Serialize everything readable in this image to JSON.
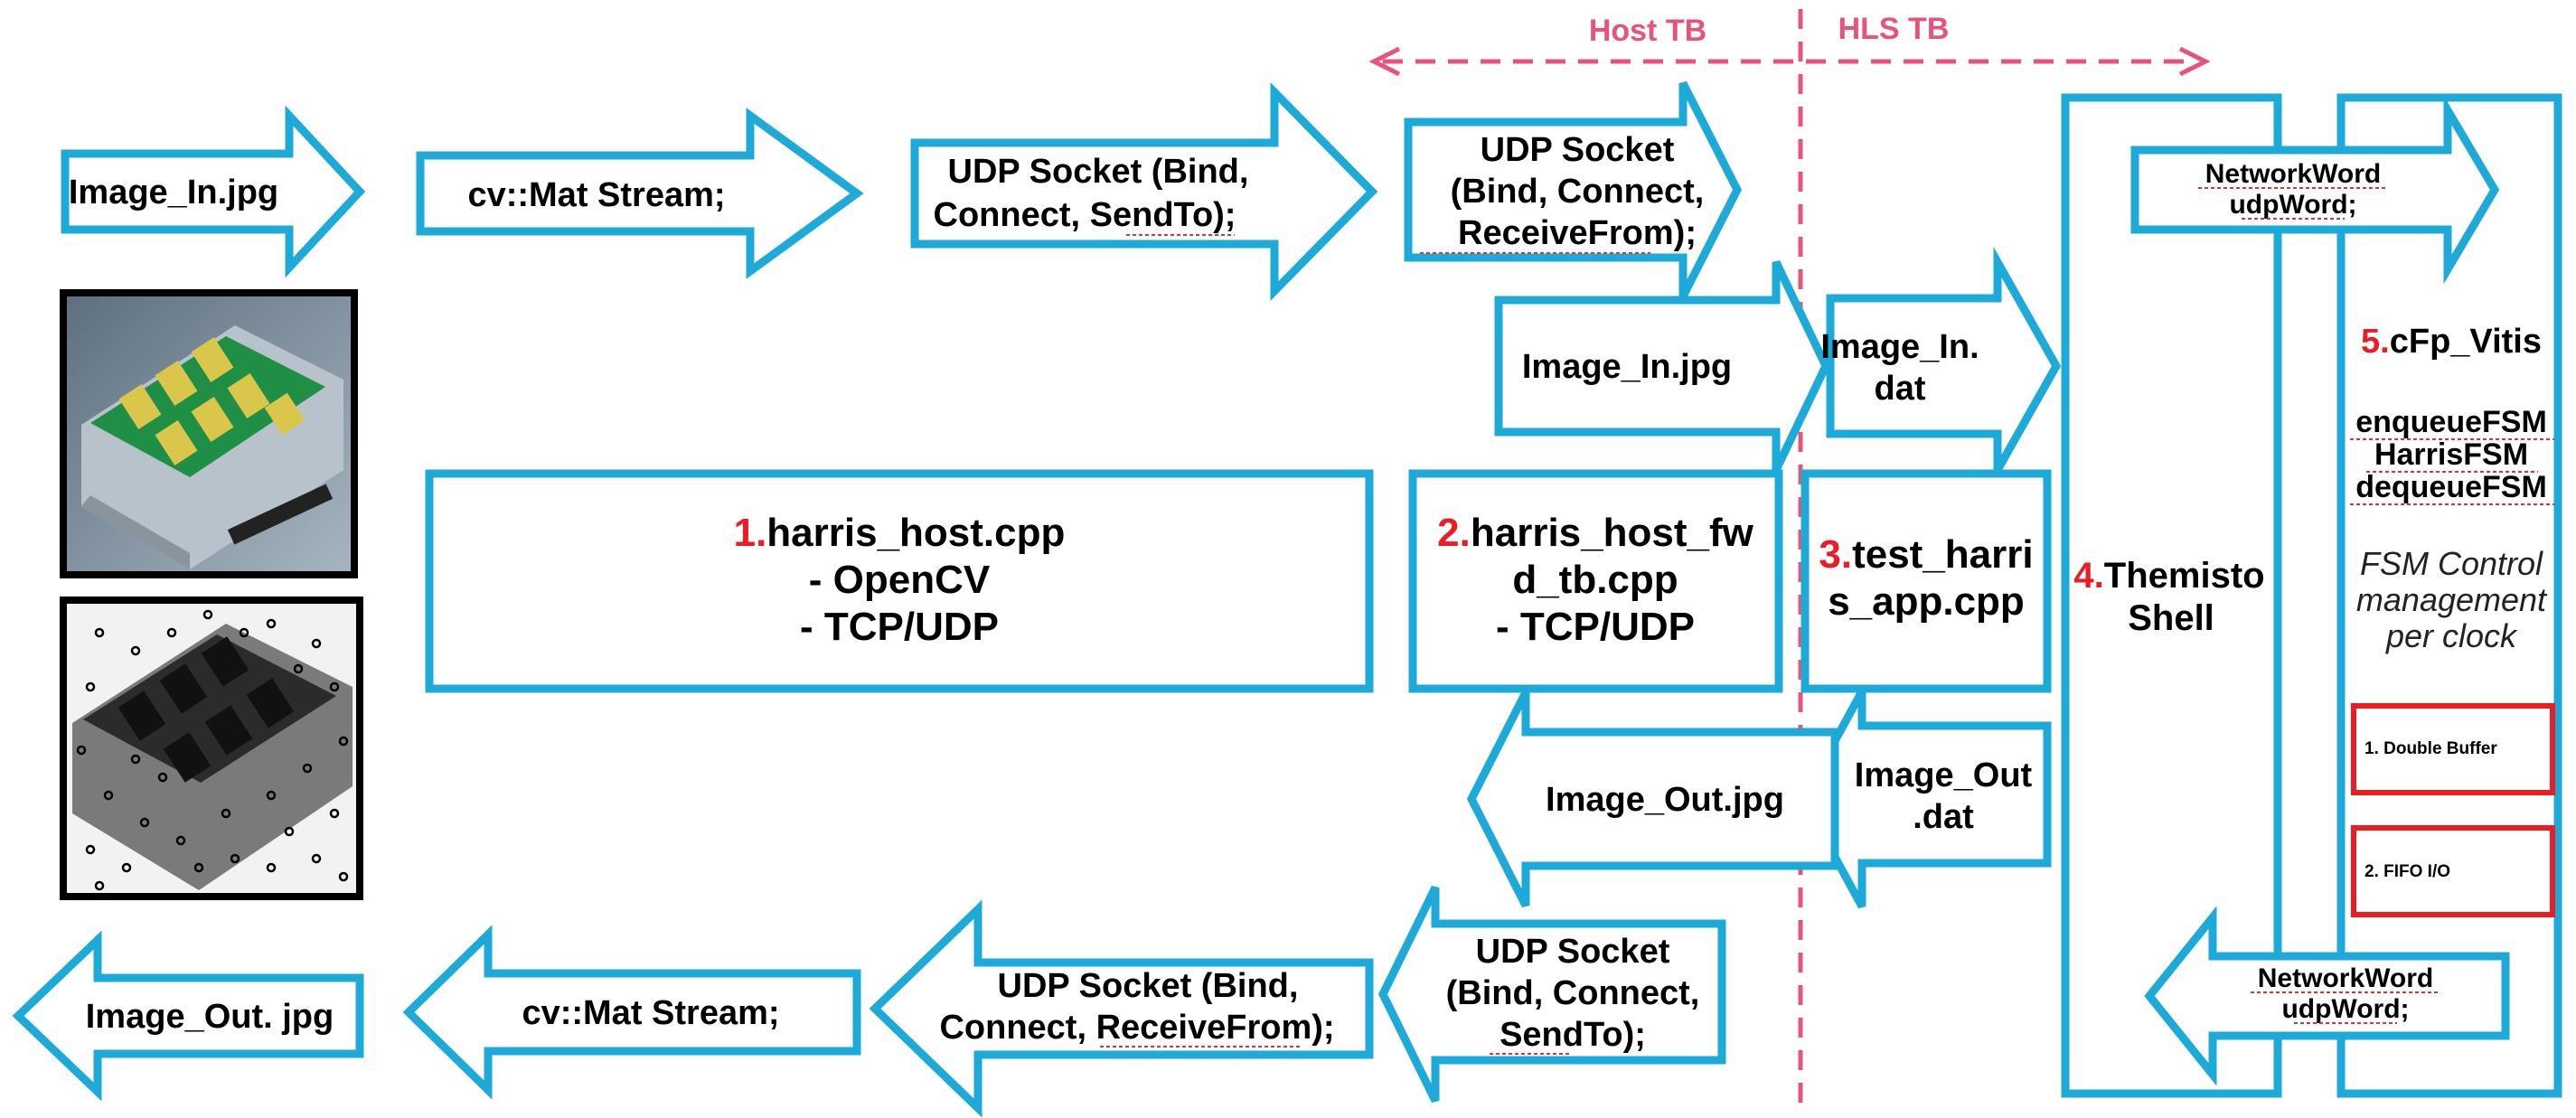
{
  "colors": {
    "accent": "#1eaad9",
    "number": "#ea1c24",
    "tb_divider": "#e8537a",
    "box_border": "#ea1c24"
  },
  "header": {
    "host_tb": "Host TB",
    "hls_tb": "HLS TB"
  },
  "top_flow": {
    "image_in": "Image_In.jpg",
    "mat_stream": "cv::Mat Stream;",
    "udp_send": [
      "UDP Socket (Bind,",
      "Connect, SendTo);"
    ],
    "udp_receive": [
      "UDP Socket",
      "(Bind, Connect,",
      "ReceiveFrom);"
    ]
  },
  "bottom_flow": {
    "image_out": "Image_Out. jpg",
    "mat_stream": "cv::Mat Stream;",
    "udp_receive": [
      "UDP Socket (Bind,",
      "Connect, ReceiveFrom);"
    ],
    "udp_send": [
      "UDP Socket",
      "(Bind, Connect,",
      "SendTo);"
    ]
  },
  "mid_flow": {
    "host_image_in": "Image_In.jpg",
    "hls_image_in": [
      "Image_In.",
      "dat"
    ],
    "host_image_out": "Image_Out.jpg",
    "hls_image_out": [
      "Image_Out",
      ".dat"
    ]
  },
  "modules": {
    "m1": {
      "num": "1.",
      "lines": [
        "harris_host.cpp",
        "- OpenCV",
        "- TCP/UDP"
      ]
    },
    "m2": {
      "num": "2.",
      "lines": [
        "harris_host_fw",
        "d_tb.cpp",
        "- TCP/UDP"
      ]
    },
    "m3": {
      "num": "3.",
      "lines": [
        "test_harri",
        "s_app.cpp"
      ]
    },
    "m4": {
      "num": "4.",
      "lines": [
        "Themisto",
        "Shell"
      ]
    },
    "m5": {
      "num": "5.",
      "title": "cFp_Vitis",
      "fsms": [
        "enqueueFSM",
        "HarrisFSM",
        "dequeueFSM"
      ],
      "note": [
        "FSM Control",
        "management",
        "per clock"
      ],
      "boxes": [
        "1. Double Buffer",
        "2. FIFO I/O"
      ]
    }
  },
  "network": {
    "in": [
      "NetworkWord",
      "udpWord;"
    ],
    "out": [
      "NetworkWord",
      "udpWord;"
    ]
  },
  "images": {
    "input_photo": "server board photo (input image)",
    "output_photo": "grayscale board with detected Harris corners (output image)"
  }
}
